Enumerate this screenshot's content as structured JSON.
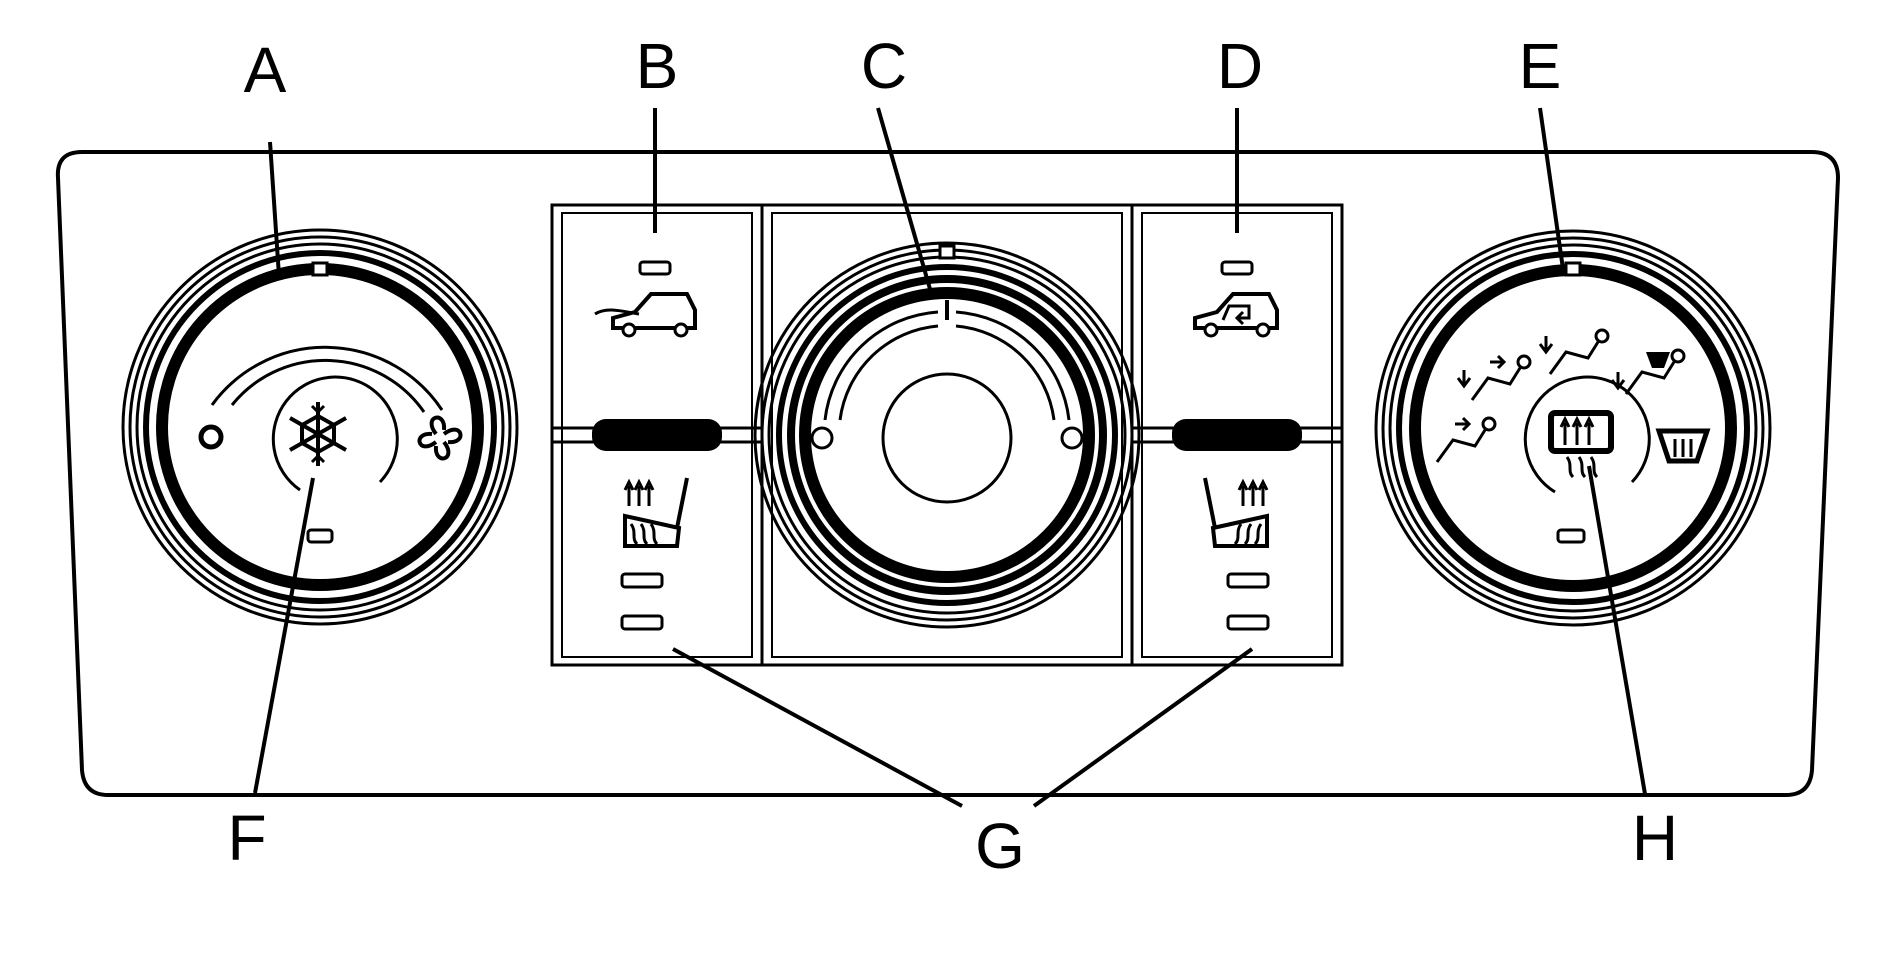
{
  "diagram": {
    "callouts": {
      "A": "A",
      "B": "B",
      "C": "C",
      "D": "D",
      "E": "E",
      "F": "F",
      "G": "G",
      "H": "H"
    },
    "icons": {
      "fan_knob_center": "snowflake-icon",
      "fan_high": "fan-icon",
      "fan_off": "circle-off-icon",
      "outside_air_button": "outside-air-icon",
      "recirculation_button": "recirculation-icon",
      "left_seat_button": "heated-seat-icon",
      "right_seat_button": "heated-seat-icon",
      "mode_knob_center": "rear-defrost-icon",
      "mode_vent": "vent-mode-icon",
      "mode_bilevel": "bilevel-mode-icon",
      "mode_floor": "floor-mode-icon",
      "mode_defog": "defog-mode-icon",
      "mode_defrost": "windshield-defrost-icon"
    },
    "colors": {
      "ink": "#000000",
      "background": "#ffffff"
    }
  }
}
